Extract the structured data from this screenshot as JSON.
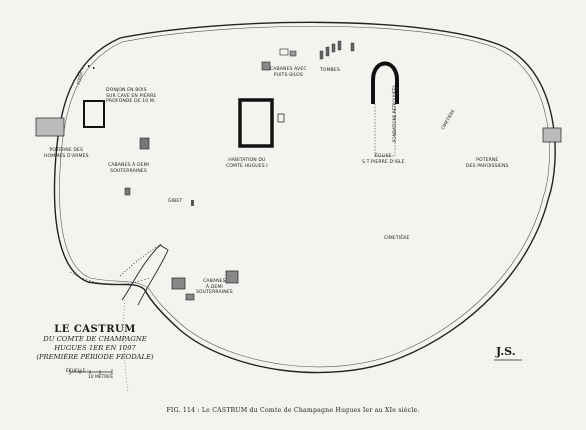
{
  "labels": {
    "donjon": [
      "DONJON EN BOIS",
      "SUR CAVE EN PIERRE",
      "PROFONDE DE 10 M."
    ],
    "poterne_armes": [
      "POTERNE DES",
      "HOMMES D'ARMES"
    ],
    "cabanes_demi_1": [
      "CABANES À DEMI",
      "SOUTERRAINES"
    ],
    "habitation": [
      "HABITATION DU",
      "COMTE HUGUES I"
    ],
    "cabanes_silos": [
      "CABANES AVEC",
      "PUITS-SILOS"
    ],
    "tombes": "TOMBES",
    "eglise": [
      "ÉGLISE",
      "S.T PIERRE D'ISLE"
    ],
    "cimetiere_1": "CIMETIÈRE",
    "cimetiere_2": "CIMETIÈRE",
    "poterne_paroissiens": [
      "POTERNE",
      "DES PAROISSIENS"
    ],
    "gibet": "GIBET",
    "cabanes_demi_2": [
      "CABANES",
      "À DEMI",
      "SOUTERRAINES"
    ],
    "fosse": "FOSSÉ",
    "eglise_note": [
      "FONDATIONS RETROUVÉES",
      "EN PARTIE"
    ]
  },
  "title": {
    "main": "LE CASTRUM",
    "line2": "DU COMTE DE CHAMPAGNE",
    "line3": "HUGUES 1ER EN 1097",
    "line4": "(PREMIÈRE PÉRIODE FÉODALE)"
  },
  "scale": {
    "label": "ÉCHELLE :",
    "value": "10 MÈTRES"
  },
  "signature": "J.S.",
  "caption": "FIG. 114 : Le CASTRUM du Comte de Champagne Hugues Ier au XIe siècle."
}
